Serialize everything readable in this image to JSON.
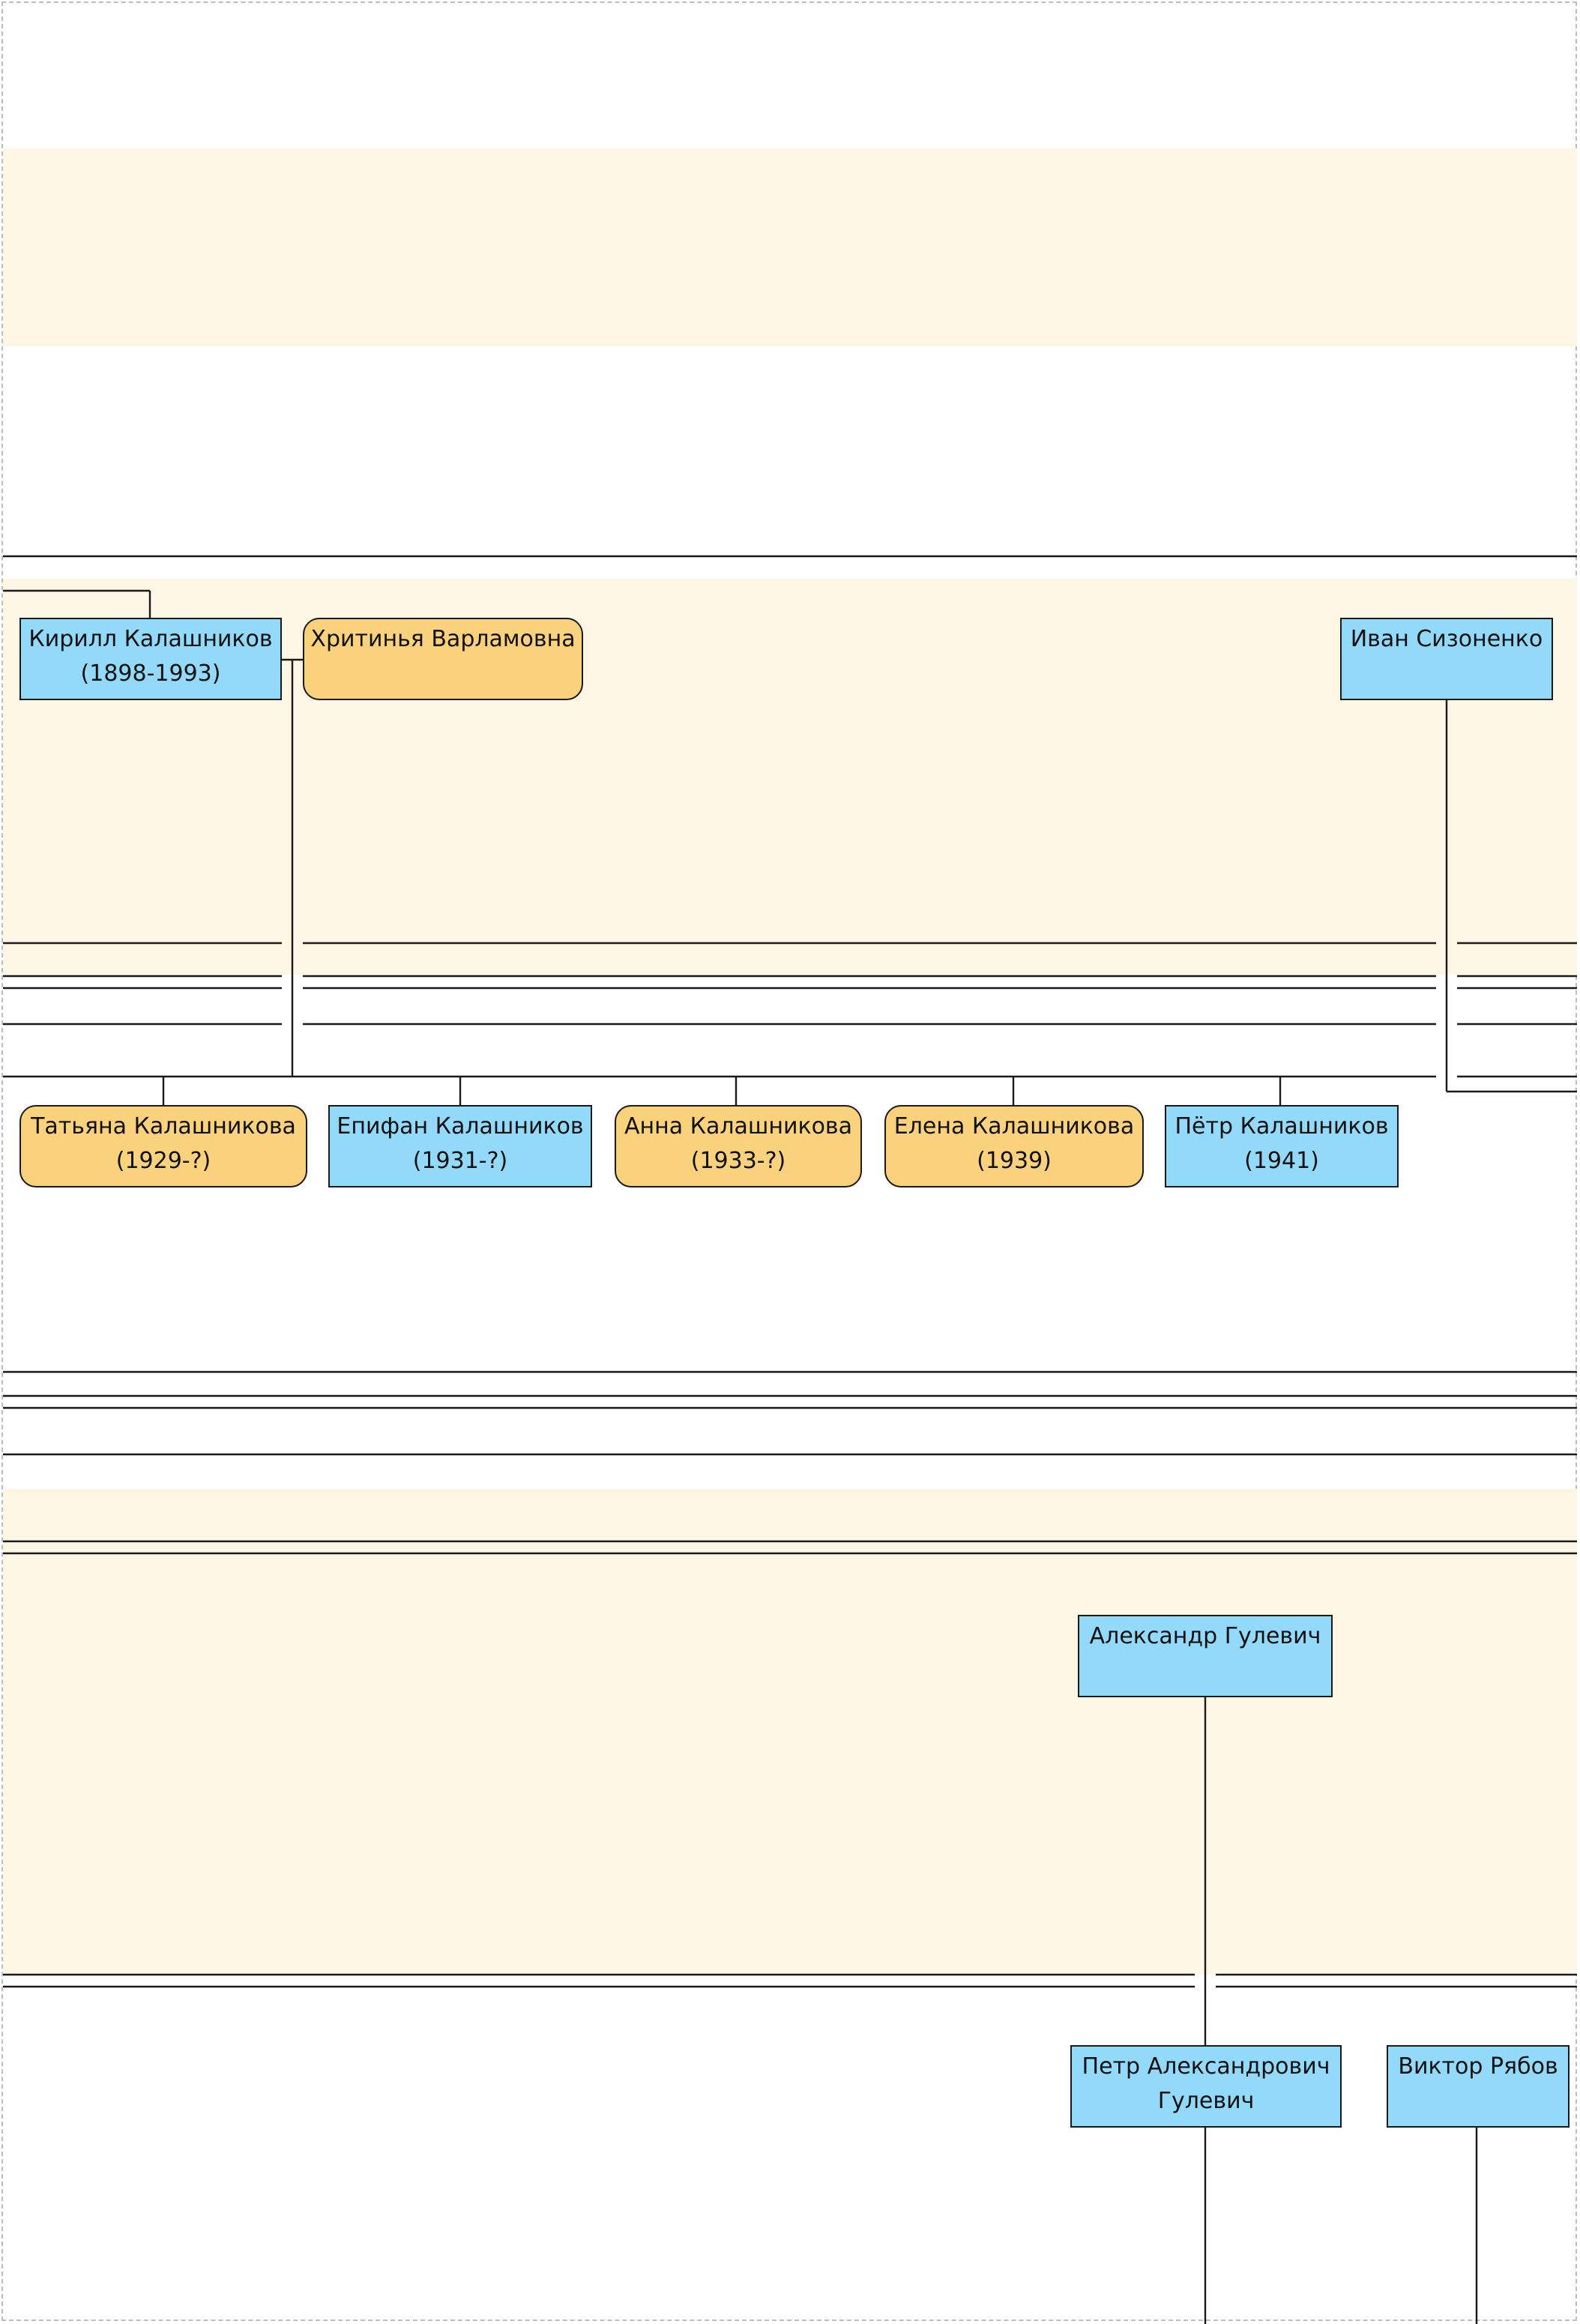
{
  "colors": {
    "male_fill": "#93d9f9",
    "female_fill": "#fad17c",
    "band_fill": "#fdf6e4",
    "line": "#1a1a1a"
  },
  "people": {
    "kirill": {
      "name": "Кирилл Калашников",
      "dates": "(1898-1993)"
    },
    "khritinya": {
      "name": "Хритинья Варламовна"
    },
    "ivan": {
      "name": "Иван Сизоненко"
    },
    "tatyana": {
      "name": "Татьяна Калашникова",
      "dates": "(1929-?)"
    },
    "epifan": {
      "name": "Епифан Калашников",
      "dates": "(1931-?)"
    },
    "anna": {
      "name": "Анна Калашникова",
      "dates": "(1933-?)"
    },
    "elena": {
      "name": "Елена Калашникова",
      "dates": "(1939)"
    },
    "petr_k": {
      "name": "Пётр Калашников",
      "dates": "(1941)"
    },
    "aleksandr": {
      "name": "Александр Гулевич"
    },
    "petr_g": {
      "name_line1": "Петр Александрович",
      "name_line2": "Гулевич"
    },
    "viktor": {
      "name": "Виктор Рябов"
    }
  }
}
